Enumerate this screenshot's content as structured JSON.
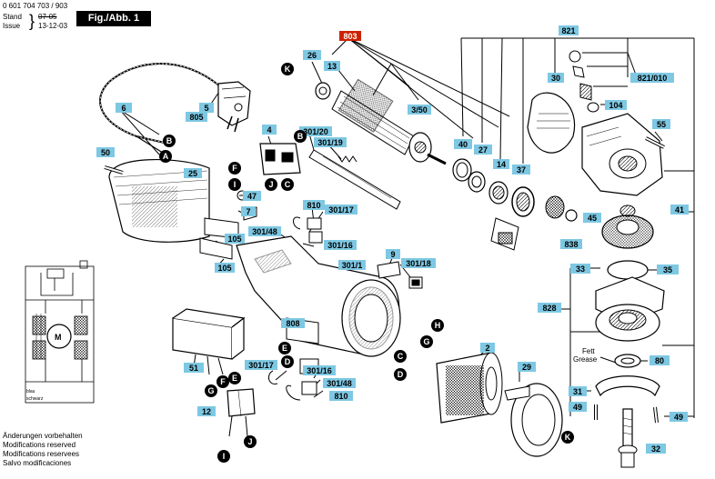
{
  "header": {
    "doc_number": "0 601 704 703 / 903",
    "stand_label": "Stand",
    "stand_value": "07-05",
    "issue_label": "Issue",
    "issue_value": "13-12-03",
    "figure_label": "Fig./Abb. 1"
  },
  "footer_notes": [
    "Änderungen vorbehalten",
    "Modifications reserved",
    "Modifications reservees",
    "Salvo modificaciones"
  ],
  "parts": {
    "p803": "803",
    "p821": "821",
    "p26": "26",
    "p13": "13",
    "p30": "30",
    "p821_010": "821/010",
    "p6": "6",
    "p5": "5",
    "p805": "805",
    "p3_50": "3/50",
    "p104": "104",
    "p55": "55",
    "p40": "40",
    "p27": "27",
    "p14": "14",
    "p37": "37",
    "p4": "4",
    "p301_20": "301/20",
    "p301_19": "301/19",
    "p50": "50",
    "p25": "25",
    "p47": "47",
    "p7": "7",
    "p810a": "810",
    "p301_17a": "301/17",
    "p301_48a": "301/48",
    "p301_16a": "301/16",
    "p105a": "105",
    "p105b": "105",
    "p41": "41",
    "p45": "45",
    "p838": "838",
    "p9": "9",
    "p301_1": "301/1",
    "p301_18": "301/18",
    "p33": "33",
    "p35": "35",
    "p828": "828",
    "p808": "808",
    "p51": "51",
    "p2": "2",
    "p301_17b": "301/17",
    "p301_16b": "301/16",
    "p301_48b": "301/48",
    "p810b": "810",
    "p29": "29",
    "p80": "80",
    "p31": "31",
    "p49a": "49",
    "p49b": "49",
    "p12": "12",
    "p32": "32"
  },
  "callouts": {
    "K1": "K",
    "B1": "B",
    "A1": "A",
    "B2": "B",
    "F1": "F",
    "I1": "I",
    "J1": "J",
    "C1": "C",
    "H1": "H",
    "G1": "G",
    "C2": "C",
    "D1": "D",
    "E1": "E",
    "D2": "D",
    "G2": "G",
    "F2": "F",
    "E2": "E",
    "I2": "I",
    "J2": "J",
    "K2": "K"
  },
  "annotations": {
    "fett": "Fett",
    "grease": "Grease"
  },
  "schematic": {
    "motor_label": "M",
    "wire_blue": "blau",
    "wire_black": "schwarz"
  },
  "colors": {
    "label_fill": "#7ec8e3",
    "highlight_fill": "#cc2200",
    "callout_fill": "#000000",
    "line": "#000000"
  }
}
